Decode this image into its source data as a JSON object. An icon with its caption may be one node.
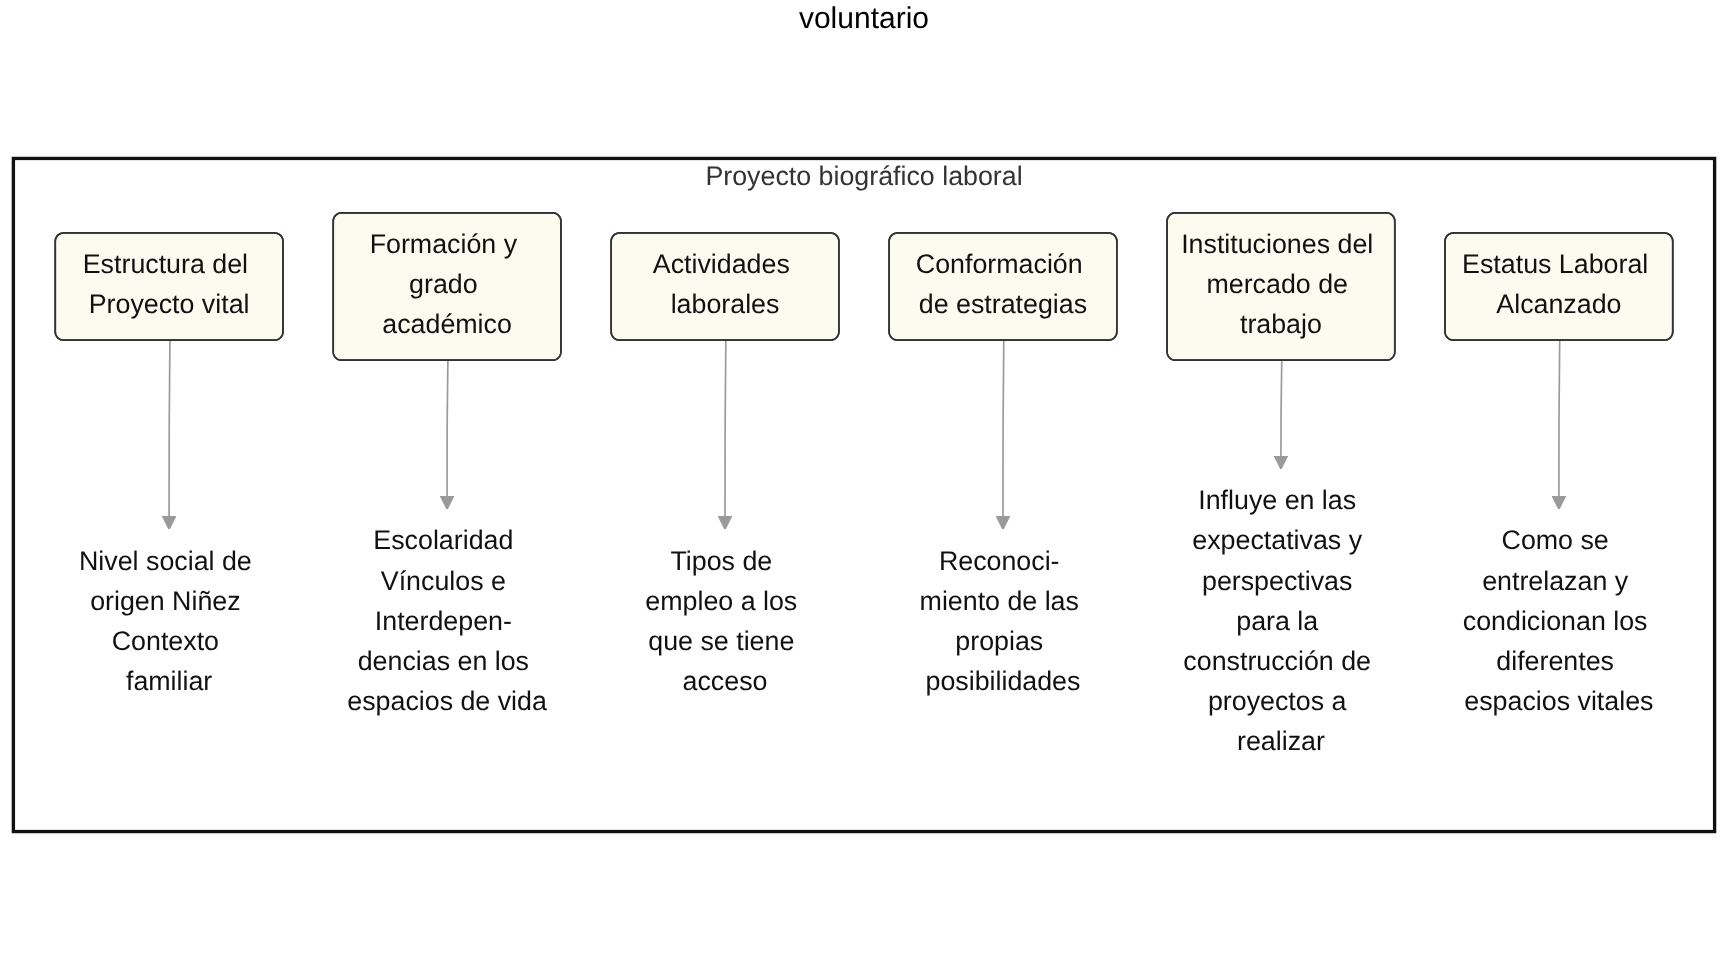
{
  "diagram": {
    "nodes": [
      {
        "text": [
          "Proyecto biográfico laboral"
        ]
      },
      {
        "text": [
          "Estructura del Proyecto vital"
        ],
        "in": 0
      },
      {
        "text": [
          "Formación y grado académico"
        ],
        "in": 0
      },
      {
        "text": [
          "Actividades laborales"
        ],
        "in": 0
      },
      {
        "text": [
          "Conformación de estrategias"
        ],
        "in": 0
      },
      {
        "text": [
          "Instituciones del mercado de trabajo"
        ],
        "in": 0
      },
      {
        "text": [
          "Estatus Laboral Alcanzado"
        ],
        "in": 0
      },
      {
        "text": [
          "Nivel social de origen Niñez Contexto familiar"
        ],
        "in": 0
      },
      {
        "text": [
          "Escolaridad Vínculos e Interdepen- dencias en los espacios de vida"
        ],
        "in": 0
      },
      {
        "text": [
          "Tipos de empleo a los que se tiene acceso"
        ],
        "in": 0
      },
      {
        "text": [
          "Reconoci- miento de las propias posibilidades"
        ],
        "in": 0
      },
      {
        "text": [
          "Influye en las expectativas y perspectivas para la construcción de proyectos a realizar"
        ],
        "in": 0
      },
      {
        "text": [
          "Como se entrelazan y condicionan los diferentes espacios vitales"
        ],
        "in": 0
      }
    ],
    "edges": [
      {
        "from": 1,
        "to": 7,
        "arrow": "to"
      },
      {
        "from": 2,
        "to": 8,
        "arrow": "to"
      },
      {
        "from": 3,
        "to": 9,
        "arrow": "to"
      },
      {
        "from": 4,
        "to": 10,
        "arrow": "to"
      },
      {
        "from": 5,
        "to": 11,
        "arrow": "to"
      },
      {
        "from": 6,
        "to": 12,
        "arrow": "to"
      }
    ],
    "labels": [
      "voluntario"
    ]
  }
}
